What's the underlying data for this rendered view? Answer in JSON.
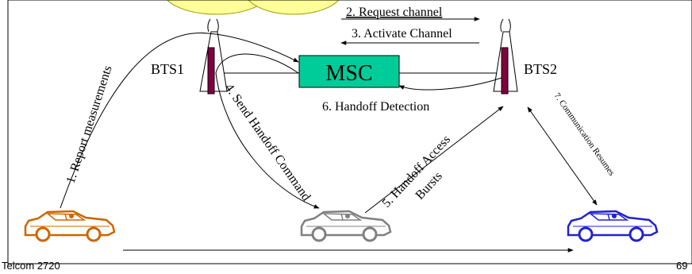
{
  "diagram": {
    "msc_label": "MSC",
    "bts1_label": "BTS1",
    "bts2_label": "BTS2",
    "steps": {
      "step1": "1. Report measurements",
      "step2": "2. Request channel",
      "step3": "3. Activate Channel",
      "step4": "4. Send Handoff Command",
      "step5_line1": "5. Handoff Access",
      "step5_line2": "Bursts",
      "step6": "6. Handoff Detection",
      "step7": "7. Communication Resumes"
    },
    "colors": {
      "msc_fill": "#00cc99",
      "tower_body": "#800040",
      "car_left": "#cc6600",
      "car_middle": "#808080",
      "car_right": "#2222cc",
      "cell_fill": "#ffff99"
    }
  },
  "footer": {
    "left": "Telcom 2720",
    "right": "69"
  }
}
